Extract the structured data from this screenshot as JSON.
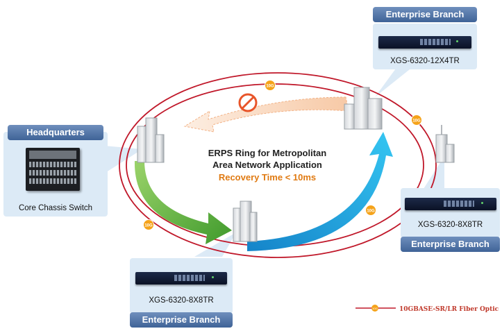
{
  "diagram": {
    "title_line1": "ERPS Ring for Metropolitan",
    "title_line2": "Area Network Application",
    "recovery_text": "Recovery Time < 10ms",
    "link_badge": "10G",
    "legend_label": "10GBASE-SR/LR Fiber Optic",
    "colors": {
      "ring": "#c0182a",
      "header_blue": "#4a6fa5",
      "card_bg": "#dceaf6",
      "badge": "#f5a31a",
      "green_arrow": "#6cb33e",
      "blue_arrow": "#1aa7e0",
      "recovery": "#e07a12"
    }
  },
  "nodes": {
    "hq": {
      "header": "Headquarters",
      "caption": "Core Chassis Switch"
    },
    "branch_top": {
      "header": "Enterprise Branch",
      "caption": "XGS-6320-12X4TR"
    },
    "branch_right": {
      "header": "Enterprise Branch",
      "caption": "XGS-6320-8X8TR"
    },
    "branch_bottom": {
      "header": "Enterprise Branch",
      "caption": "XGS-6320-8X8TR"
    }
  }
}
